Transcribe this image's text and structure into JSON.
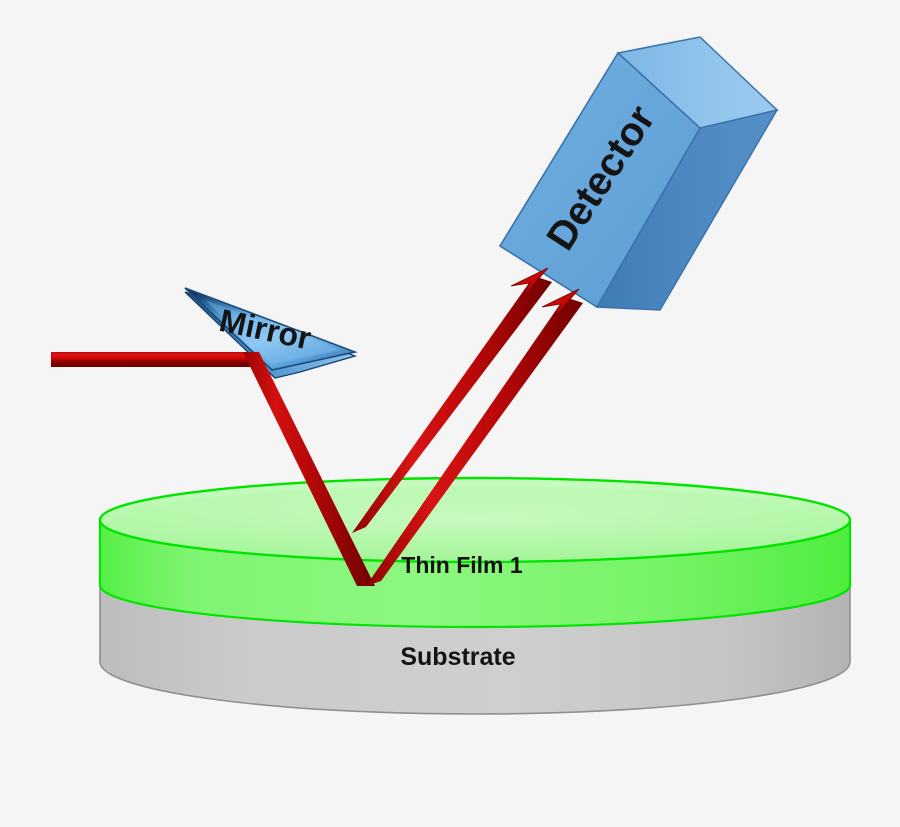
{
  "figure": {
    "title": "Thin film reflectometry measurement schematic",
    "background_color": "#f5f5f5"
  },
  "labels": {
    "detector": "Detector",
    "mirror": "Mirror",
    "thin_film": "Thin Film 1",
    "substrate": "Substrate"
  },
  "colors": {
    "beam_light": "#e00000",
    "beam_dark": "#7d0000",
    "beam_mid": "#c00000",
    "film_top": "#b9f8b0",
    "film_side": "#6ef260",
    "film_outline": "#00e000",
    "substrate_fill": "#c6c6c6",
    "substrate_outline": "#8c8c8c",
    "detector_front": "#66a6da",
    "detector_top": "#8cc0ea",
    "detector_side": "#4a86c0",
    "detector_outline": "#3f78ad",
    "mirror_light": "#9fd0f2",
    "mirror_mid": "#4f9ad8",
    "mirror_dark": "#17456f",
    "label_text": "#141414"
  },
  "components": {
    "detector": {
      "name": "Detector",
      "shape": "3d-box",
      "rotation_deg": -55
    },
    "mirror": {
      "name": "Mirror",
      "shape": "3d-wedge",
      "rotation_deg": 26
    },
    "sample": {
      "shape": "cylinder-disc",
      "layers": [
        {
          "name": "Thin Film 1",
          "position": "top"
        },
        {
          "name": "Substrate",
          "position": "bottom"
        }
      ]
    }
  },
  "beams": {
    "incident": {
      "name": "incident-beam",
      "description": "horizontal source beam reflected down by mirror onto sample"
    },
    "reflected_surface": {
      "name": "reflected-beam-film-surface",
      "description": "beam reflected from thin film top surface toward detector"
    },
    "reflected_interface": {
      "name": "reflected-beam-interface",
      "description": "beam reflected from film/substrate interface toward detector"
    }
  }
}
